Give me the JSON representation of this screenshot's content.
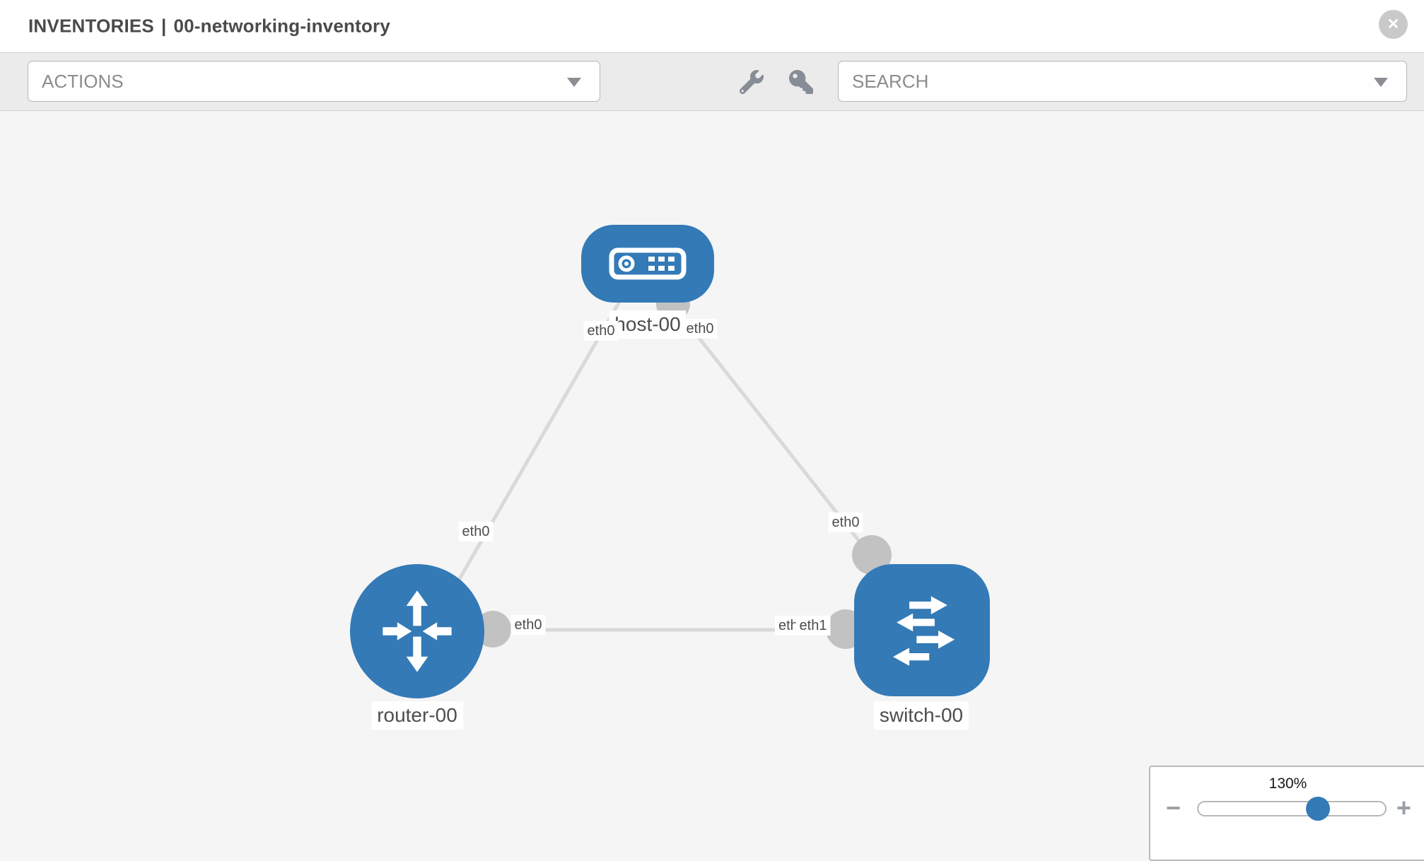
{
  "header": {
    "title_primary": "INVENTORIES",
    "title_separator": "|",
    "title_secondary": "00-networking-inventory",
    "close_glyph": "✕"
  },
  "toolbar": {
    "actions_label": "ACTIONS",
    "search_placeholder": "SEARCH",
    "icon_buttons": [
      "wrench",
      "key"
    ]
  },
  "topology": {
    "nodes": [
      {
        "id": "host-00",
        "label": "host-00",
        "type": "host",
        "shape": "rounded-rect"
      },
      {
        "id": "router-00",
        "label": "router-00",
        "type": "router",
        "shape": "circle"
      },
      {
        "id": "switch-00",
        "label": "switch-00",
        "type": "switch",
        "shape": "rounded-square"
      }
    ],
    "links": [
      {
        "from": "host-00",
        "to": "router-00",
        "from_label": "eth0",
        "to_label": "eth0"
      },
      {
        "from": "host-00",
        "to": "switch-00",
        "from_label": "eth0",
        "to_label": "eth0"
      },
      {
        "from": "router-00",
        "to": "switch-00",
        "from_label": "eth0",
        "to_label": "eth1"
      }
    ]
  },
  "canvas_labels": {
    "host": "host-00",
    "router": "router-00",
    "switch": "switch-00",
    "eth_host_left": "eth0",
    "eth_host_right": "eth0",
    "eth_router_top": "eth0",
    "eth_router_right": "eth0",
    "eth_switch_top": "eth0",
    "eth_switch_left_back": "eth1",
    "eth_switch_left_front": "eth1"
  },
  "zoom_control": {
    "value": "130%",
    "percent": 130,
    "minus_glyph": "−",
    "plus_glyph": "+"
  },
  "colors": {
    "node_blue": "#337ab7",
    "link_gray": "#d9d9d9",
    "interface_dot": "#c2c2c2",
    "canvas_bg": "#f5f5f5",
    "toolbar_bg": "#ebebeb",
    "label_text": "#4d4d4d"
  }
}
